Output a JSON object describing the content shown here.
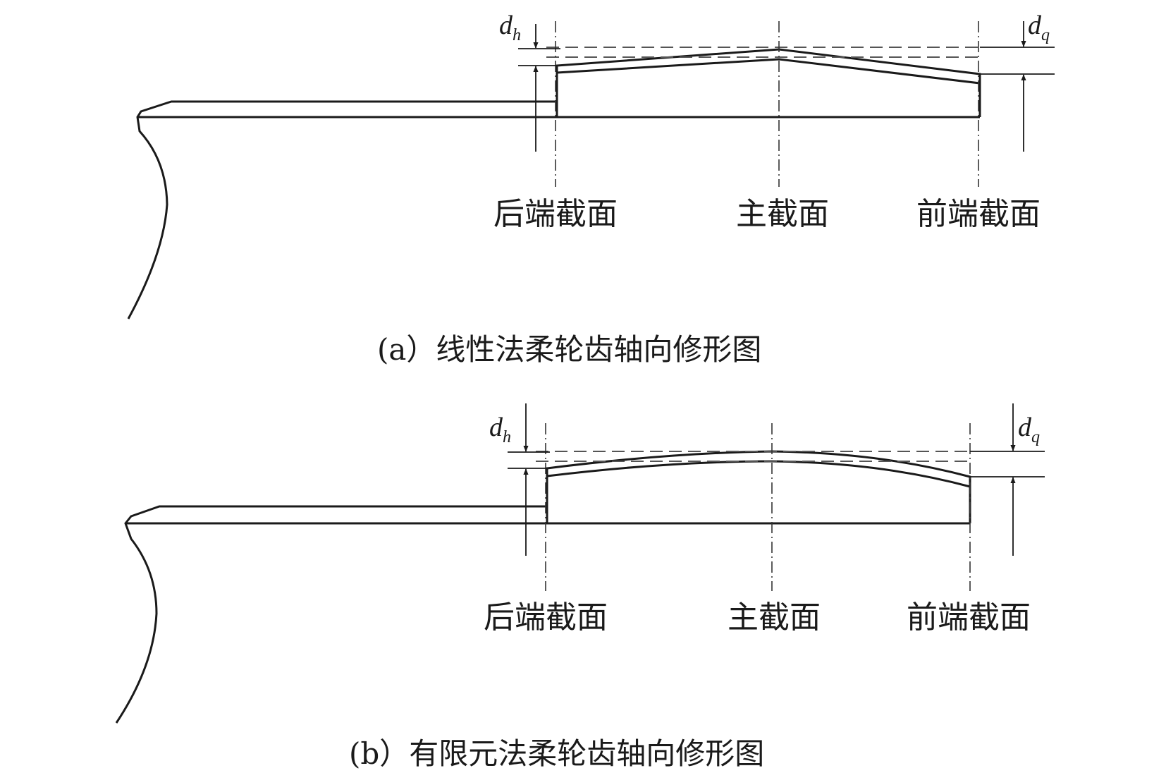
{
  "panels": [
    {
      "id": "a",
      "caption": "(a）线性法柔轮齿轴向修形图",
      "labels": {
        "rear": "后端截面",
        "main": "主截面",
        "front": "前端截面",
        "dh_d": "d",
        "dh_sub": "h",
        "dq_d": "d",
        "dq_sub": "q"
      },
      "profile": "linear"
    },
    {
      "id": "b",
      "caption": "(b）有限元法柔轮齿轴向修形图",
      "labels": {
        "rear": "后端截面",
        "main": "主截面",
        "front": "前端截面",
        "dh_d": "d",
        "dh_sub": "h",
        "dq_d": "d",
        "dq_sub": "q"
      },
      "profile": "curved"
    }
  ],
  "colors": {
    "line": "#1a1a1a",
    "dash": "#555555"
  }
}
